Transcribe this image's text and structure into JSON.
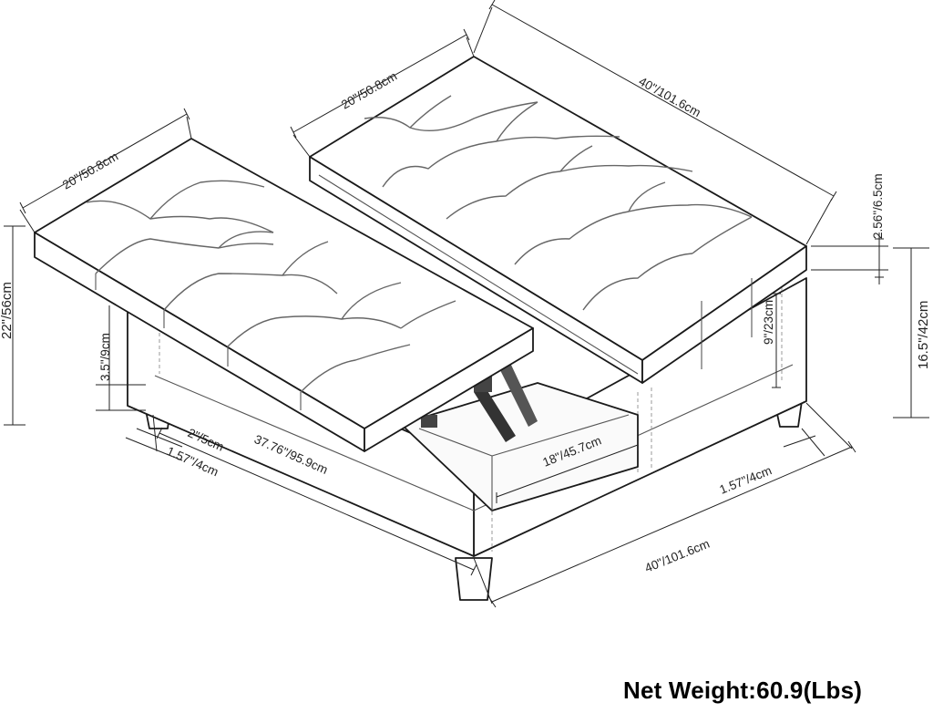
{
  "dimensions": {
    "left_lid_depth": "20\"/50.8cm",
    "right_lid_depth": "20\"/50.8cm",
    "total_width_top": "40\"/101.6cm",
    "cushion_thickness": "2.56\"/6.5cm",
    "total_height": "22\"/56cm",
    "seat_height": "16.5\"/42cm",
    "shelf_clearance_right": "9\"/23cm",
    "shelf_clearance_left": "3.5\"/9cm",
    "leg_size": "2\"/5cm",
    "leg_inset_left": "1.57\"/4cm",
    "inner_length": "37.76\"/95.9cm",
    "storage_depth": "18\"/45.7cm",
    "leg_inset_right": "1.57\"/4cm",
    "total_width_bottom": "40\"/101.6cm"
  },
  "weight": {
    "label": "Net Weight:",
    "value": "60.9",
    "unit": "(Lbs)"
  }
}
